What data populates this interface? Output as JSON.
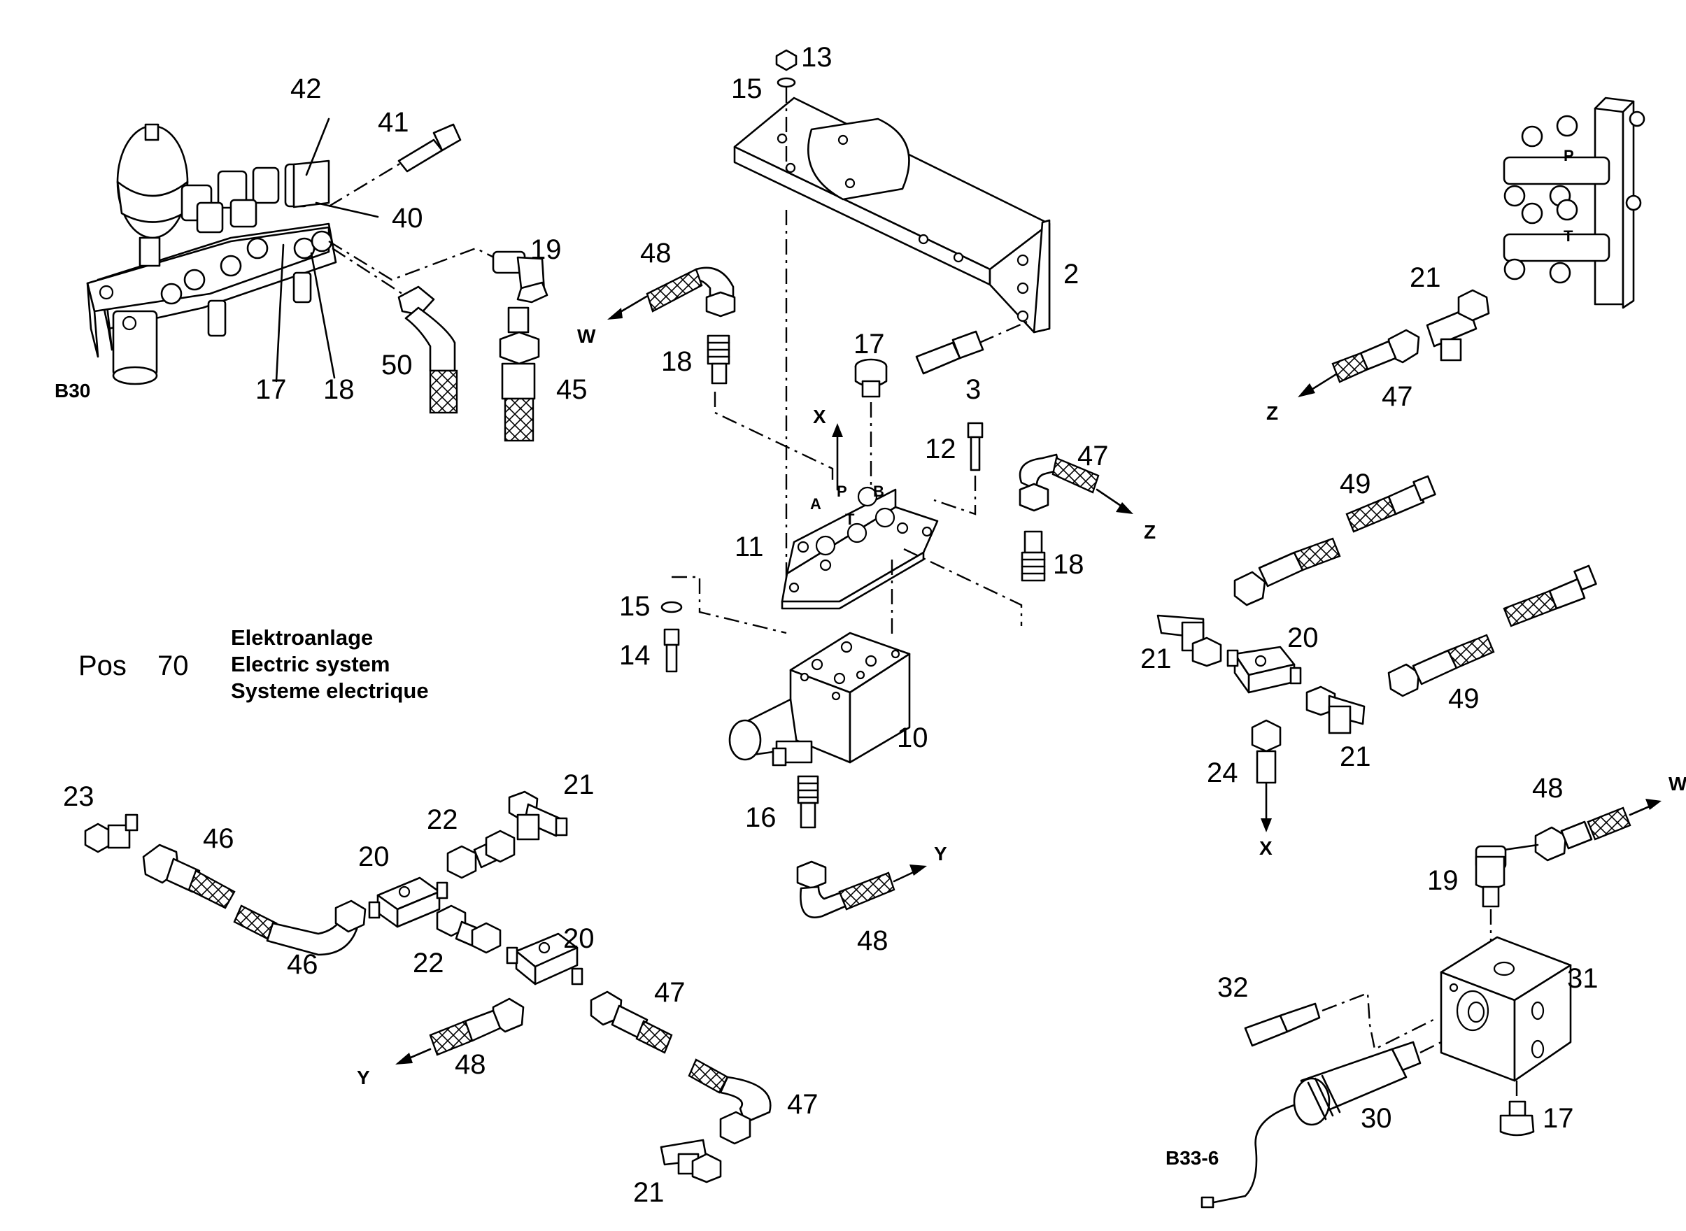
{
  "title_block": {
    "pos_label": "Pos",
    "pos_number": "70",
    "title_de": "Elektroanlage",
    "title_en": "Electric system",
    "title_fr": "Systeme electrique"
  },
  "assemblies": {
    "b30": "B30",
    "b33_6": "B33-6"
  },
  "flow_labels": {
    "w_top": "W",
    "x_top": "X",
    "z_mid": "Z",
    "z_right": "Z",
    "x_right": "X",
    "w_right": "W",
    "y_mid": "Y",
    "y_left": "Y"
  },
  "port_labels": {
    "a": "A",
    "p_block": "P",
    "b": "B",
    "t_block": "T",
    "p_manifold": "P",
    "t_manifold": "T"
  },
  "callouts": {
    "c13": "13",
    "c15a": "15",
    "c42": "42",
    "c41": "41",
    "c40": "40",
    "c19a": "19",
    "c48a": "48",
    "c2": "2",
    "c17a": "17",
    "c18a": "18",
    "c50": "50",
    "c45": "45",
    "c17b": "17",
    "c18b": "18",
    "c3": "3",
    "c12": "12",
    "c47a": "47",
    "c21a": "21",
    "c47b": "47",
    "c49a": "49",
    "c11": "11",
    "c18c": "18",
    "c15b": "15",
    "c14": "14",
    "c20a": "20",
    "c21b": "21",
    "c49b": "49",
    "c21c": "21",
    "c10": "10",
    "c24": "24",
    "c23": "23",
    "c46a": "46",
    "c22a": "22",
    "c21d": "21",
    "c20b": "20",
    "c16": "16",
    "c48b": "48",
    "c19b": "19",
    "c46b": "46",
    "c22b": "22",
    "c20c": "20",
    "c48c": "48",
    "c47c": "47",
    "c48d": "48",
    "c47d": "47",
    "c21e": "21",
    "c32": "32",
    "c31": "31",
    "c30": "30",
    "c17c": "17"
  }
}
